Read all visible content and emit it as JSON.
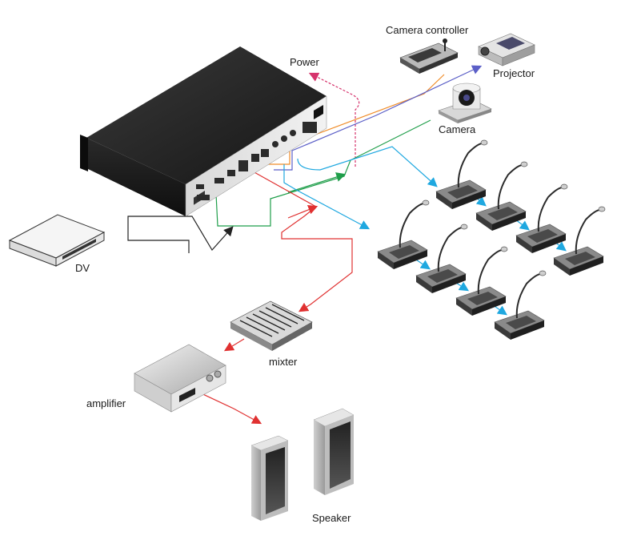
{
  "labels": {
    "power": "Power",
    "camera_controller": "Camera controller",
    "projector": "Projector",
    "camera": "Camera",
    "dv": "DV",
    "mixter": "mixter",
    "amplifier": "amplifier",
    "speaker": "Speaker"
  },
  "colors": {
    "power": "#d6336c",
    "camera_controller": "#f08c28",
    "projector": "#5b5fc7",
    "camera": "#1f9e4a",
    "mic_chain": "#1fa8e0",
    "audio_out": "#e03131",
    "dv": "#222222"
  }
}
